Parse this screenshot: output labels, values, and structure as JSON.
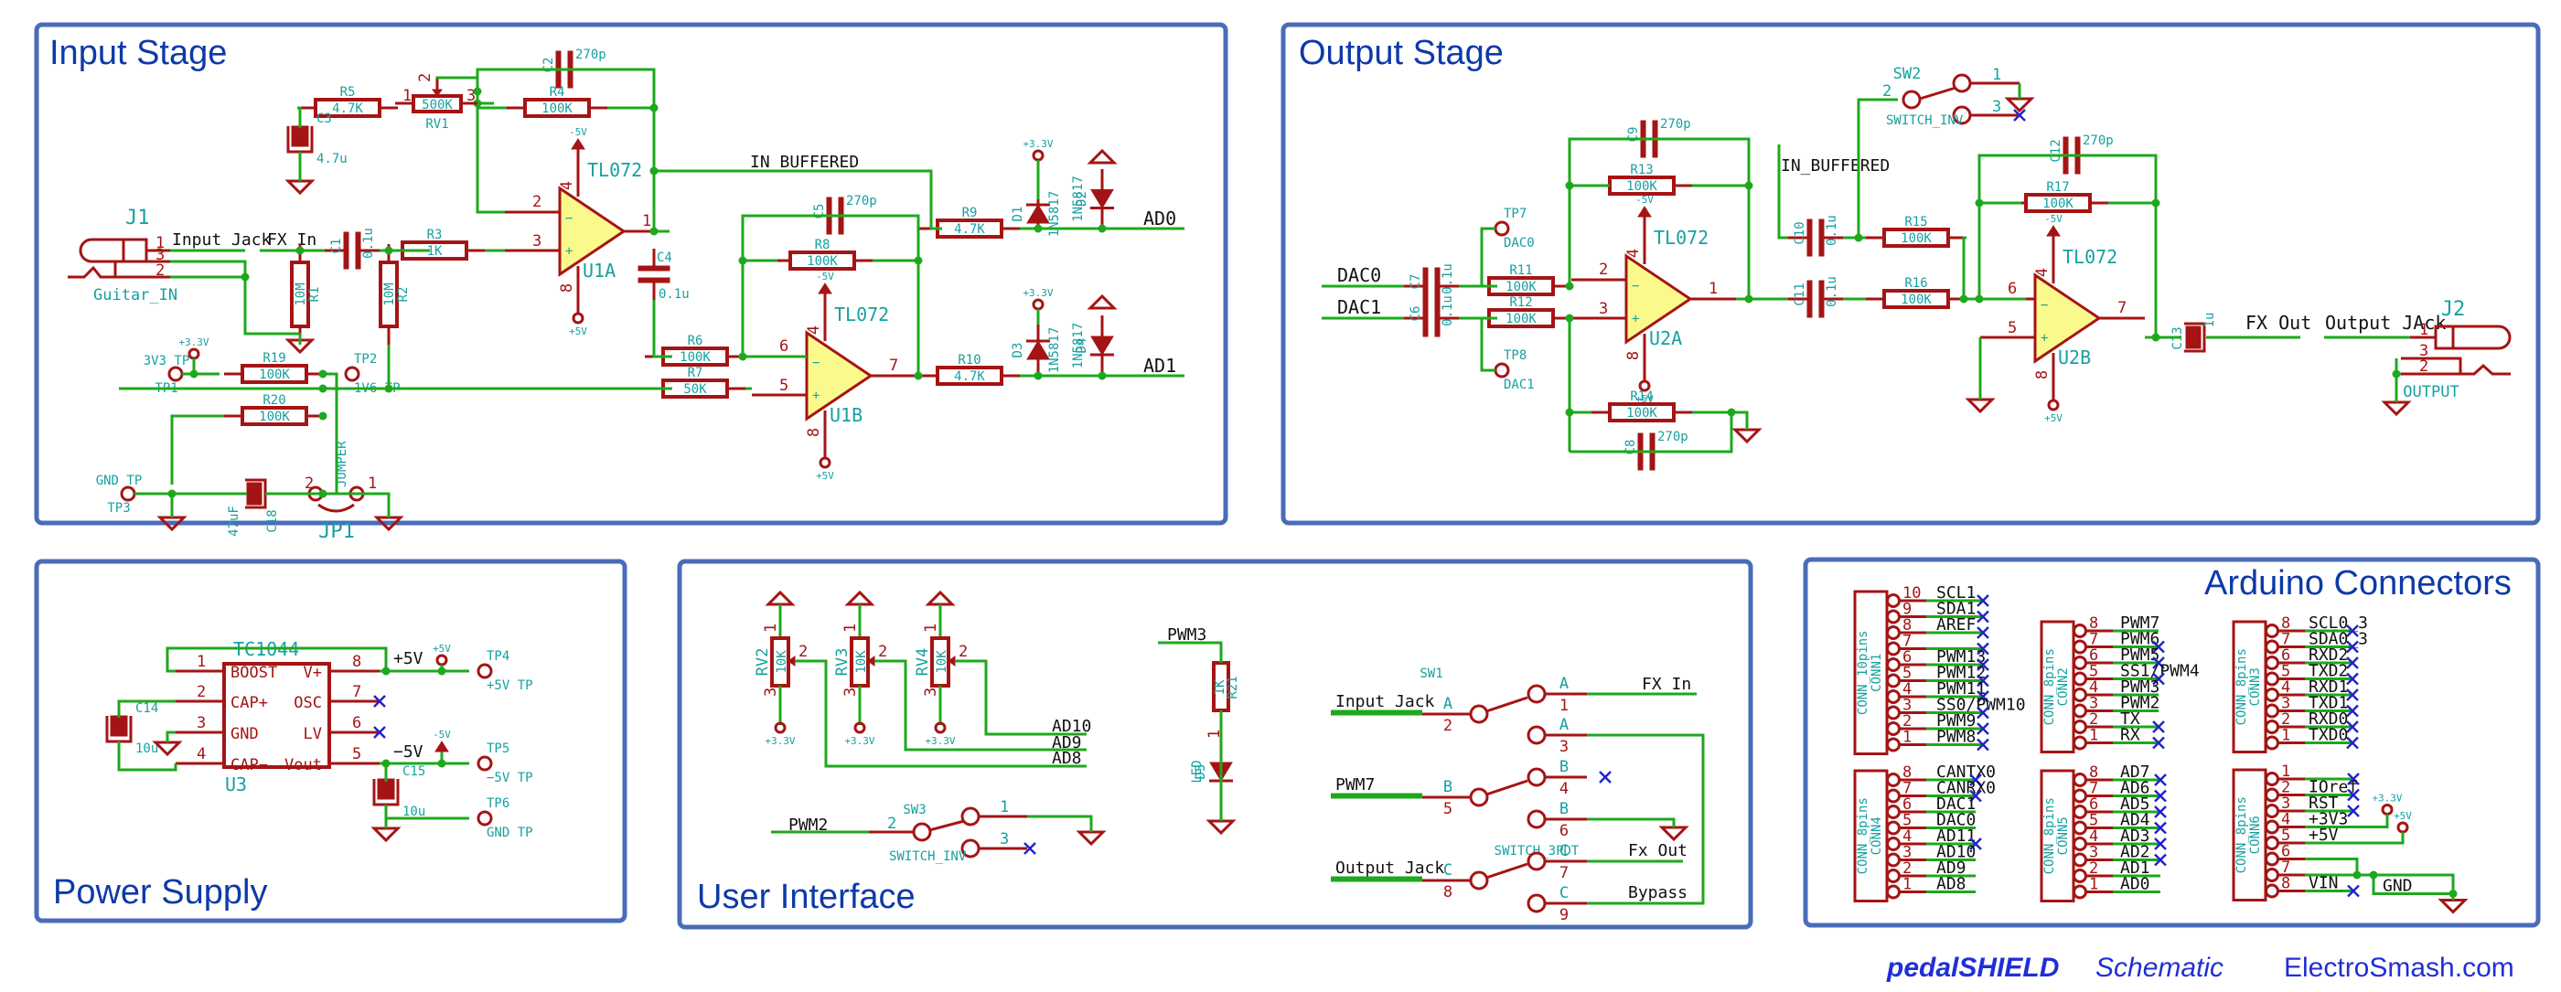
{
  "sections": {
    "input_stage": "Input Stage",
    "output_stage": "Output Stage",
    "power_supply": "Power Supply",
    "user_interface": "User Interface",
    "arduino_connectors": "Arduino Connectors"
  },
  "footer": {
    "product": "pedalSHIELD",
    "doc": "Schematic",
    "site": "ElectroSmash.com"
  },
  "input_stage": {
    "j1": {
      "ref": "J1",
      "name": "Guitar_IN",
      "pins": [
        "1",
        "3",
        "2"
      ]
    },
    "nets": {
      "input_jack": "Input Jack",
      "fx_in": "FX In",
      "in_buffered": "IN_BUFFERED",
      "ad0": "AD0",
      "ad1": "AD1"
    },
    "r5": {
      "ref": "R5",
      "value": "4.7K"
    },
    "rv1": {
      "ref": "RV1",
      "value": "500K",
      "pins": [
        "1",
        "2",
        "3"
      ]
    },
    "c3": {
      "ref": "C3",
      "value": "4.7u"
    },
    "c2": {
      "ref": "C2",
      "value": "270p"
    },
    "r4": {
      "ref": "R4",
      "value": "100K"
    },
    "c1": {
      "ref": "C1",
      "value": "0.1u"
    },
    "r3": {
      "ref": "R3",
      "value": "1K"
    },
    "r1": {
      "ref": "R1",
      "value": "10M"
    },
    "r2": {
      "ref": "R2",
      "value": "10M"
    },
    "u1a": {
      "ref": "U1A",
      "part": "TL072",
      "pins": {
        "inv": "2",
        "noninv": "3",
        "out": "1",
        "vneg": "4",
        "vpos": "8"
      }
    },
    "u1b": {
      "ref": "U1B",
      "part": "TL072",
      "pins": {
        "inv": "6",
        "noninv": "5",
        "out": "7",
        "vneg": "4",
        "vpos": "8"
      }
    },
    "c4": {
      "ref": "C4",
      "value": "0.1u"
    },
    "c5": {
      "ref": "C5",
      "value": "270p"
    },
    "r8": {
      "ref": "R8",
      "value": "100K"
    },
    "r6": {
      "ref": "R6",
      "value": "100K"
    },
    "r7": {
      "ref": "R7",
      "value": "50K"
    },
    "r9": {
      "ref": "R9",
      "value": "4.7K"
    },
    "r10": {
      "ref": "R10",
      "value": "4.7K"
    },
    "d1": {
      "ref": "D1",
      "value": "1N5817"
    },
    "d2": {
      "ref": "D2",
      "value": "1N5817"
    },
    "d3": {
      "ref": "D3",
      "value": "1N5817"
    },
    "d4": {
      "ref": "D4",
      "value": "1N5817"
    },
    "r19": {
      "ref": "R19",
      "value": "100K"
    },
    "r20": {
      "ref": "R20",
      "value": "100K"
    },
    "c18": {
      "ref": "C18",
      "value": "47uF"
    },
    "jp1": {
      "ref": "JP1",
      "value": "JUMPER",
      "pins": [
        "2",
        "1"
      ]
    },
    "tp1": {
      "ref": "TP1",
      "label": "3V3 TP"
    },
    "tp2": {
      "ref": "TP2",
      "label": "1V6 TP"
    },
    "tp3": {
      "ref": "TP3",
      "label": "GND TP"
    },
    "power": {
      "p33": "+3.3V",
      "m5": "-5V",
      "p5": "+5V"
    }
  },
  "output_stage": {
    "nets": {
      "dac0": "DAC0",
      "dac1": "DAC1",
      "in_buffered": "IN_BUFFERED",
      "fx_out": "FX Out",
      "output_jack": "Output JAck"
    },
    "c7": {
      "ref": "C7",
      "value": "0.1u"
    },
    "c6": {
      "ref": "C6",
      "value": "0.1u"
    },
    "r11": {
      "ref": "R11",
      "value": "100K"
    },
    "r12": {
      "ref": "R12",
      "value": "100K"
    },
    "r13": {
      "ref": "R13",
      "value": "100K"
    },
    "r14": {
      "ref": "R14",
      "value": "100K"
    },
    "c9": {
      "ref": "C9",
      "value": "270p"
    },
    "c8": {
      "ref": "C8",
      "value": "270p"
    },
    "tp7": {
      "ref": "TP7",
      "label": "DAC0"
    },
    "tp8": {
      "ref": "TP8",
      "label": "DAC1"
    },
    "u2a": {
      "ref": "U2A",
      "part": "TL072",
      "pins": {
        "inv": "2",
        "noninv": "3",
        "out": "1",
        "vneg": "4",
        "vpos": "8"
      }
    },
    "u2b": {
      "ref": "U2B",
      "part": "TL072",
      "pins": {
        "inv": "6",
        "noninv": "5",
        "out": "7",
        "vneg": "4",
        "vpos": "8"
      }
    },
    "c10": {
      "ref": "C10",
      "value": "0.1u"
    },
    "c11": {
      "ref": "C11",
      "value": "0.1u"
    },
    "r15": {
      "ref": "R15",
      "value": "100K"
    },
    "r16": {
      "ref": "R16",
      "value": "100K"
    },
    "r17": {
      "ref": "R17",
      "value": "100K"
    },
    "c12": {
      "ref": "C12",
      "value": "270p"
    },
    "c13": {
      "ref": "C13",
      "value": "1u"
    },
    "sw2": {
      "ref": "SW2",
      "value": "SWITCH_INV",
      "pins": [
        "2",
        "1",
        "3"
      ]
    },
    "j2": {
      "ref": "J2",
      "name": "OUTPUT",
      "pins": [
        "1",
        "3",
        "2"
      ]
    },
    "power": {
      "m5": "-5V",
      "p5": "+5V"
    }
  },
  "power_supply": {
    "u3": {
      "ref": "U3",
      "part": "TC1044",
      "left_pins": [
        {
          "num": "1",
          "name": "BOOST"
        },
        {
          "num": "2",
          "name": "CAP+"
        },
        {
          "num": "3",
          "name": "GND"
        },
        {
          "num": "4",
          "name": "CAP−"
        }
      ],
      "right_pins": [
        {
          "num": "8",
          "name": "V+"
        },
        {
          "num": "7",
          "name": "OSC"
        },
        {
          "num": "6",
          "name": "LV"
        },
        {
          "num": "5",
          "name": "Vout"
        }
      ]
    },
    "c14": {
      "ref": "C14",
      "value": "10u"
    },
    "c15": {
      "ref": "C15",
      "value": "10u"
    },
    "nets": {
      "p5": "+5V",
      "m5": "−5V"
    },
    "tp4": {
      "ref": "TP4",
      "label": "+5V TP"
    },
    "tp5": {
      "ref": "TP5",
      "label": "−5V TP"
    },
    "tp6": {
      "ref": "TP6",
      "label": "GND TP"
    },
    "power": {
      "p5": "+5V",
      "m5": "-5V"
    }
  },
  "user_interface": {
    "pots": [
      {
        "ref": "RV2",
        "value": "10K",
        "power": "+3.3V"
      },
      {
        "ref": "RV3",
        "value": "10K",
        "power": "+3.3V"
      },
      {
        "ref": "RV4",
        "value": "10K",
        "power": "+3.3V"
      }
    ],
    "pot_pins": [
      "1",
      "2",
      "3"
    ],
    "nets": {
      "ad10": "AD10",
      "ad9": "AD9",
      "ad8": "AD8",
      "pwm2": "PWM2",
      "pwm3": "PWM3",
      "pwm7": "PWM7",
      "input_jack": "Input Jack",
      "output_jack": "Output Jack",
      "fx_in": "FX In",
      "fx_out": "Fx Out",
      "bypass": "Bypass"
    },
    "sw3": {
      "ref": "SW3",
      "value": "SWITCH_INV",
      "pins": [
        "2",
        "1",
        "3"
      ]
    },
    "r21": {
      "ref": "R21",
      "value": "1K"
    },
    "d5": {
      "ref": "D5",
      "value": "LED",
      "pins": [
        "1",
        "2"
      ]
    },
    "sw1": {
      "ref": "SW1",
      "value": "SWITCH_3PDT",
      "commons": [
        {
          "pole": "A",
          "pin": "2"
        },
        {
          "pole": "B",
          "pin": "5"
        },
        {
          "pole": "C",
          "pin": "8"
        }
      ],
      "throws": [
        {
          "pole": "A",
          "pin": "1"
        },
        {
          "pole": "A",
          "pin": "3"
        },
        {
          "pole": "B",
          "pin": "4"
        },
        {
          "pole": "B",
          "pin": "6"
        },
        {
          "pole": "C",
          "pin": "7"
        },
        {
          "pole": "C",
          "pin": "9"
        }
      ]
    }
  },
  "arduino_connectors": {
    "connectors": [
      {
        "ref": "CONN1",
        "type": "CONN_10pins",
        "pins": [
          {
            "num": "10",
            "net": "SCL1",
            "nc": true
          },
          {
            "num": "9",
            "net": "SDA1",
            "nc": true
          },
          {
            "num": "8",
            "net": "AREF",
            "nc": true
          },
          {
            "num": "7",
            "net": "",
            "nc": true
          },
          {
            "num": "6",
            "net": "PWM13",
            "nc": true
          },
          {
            "num": "5",
            "net": "PWM12",
            "nc": true
          },
          {
            "num": "4",
            "net": "PWM11",
            "nc": true
          },
          {
            "num": "3",
            "net": "SS0/PWM10",
            "nc": true
          },
          {
            "num": "2",
            "net": "PWM9",
            "nc": true
          },
          {
            "num": "1",
            "net": "PWM8",
            "nc": true
          }
        ]
      },
      {
        "ref": "CONN2",
        "type": "CONN_8pins",
        "pins": [
          {
            "num": "8",
            "net": "PWM7",
            "nc": false
          },
          {
            "num": "7",
            "net": "PWM6",
            "nc": true
          },
          {
            "num": "6",
            "net": "PWM5",
            "nc": true
          },
          {
            "num": "5",
            "net": "SS1/PWM4",
            "nc": true
          },
          {
            "num": "4",
            "net": "PWM3",
            "nc": false
          },
          {
            "num": "3",
            "net": "PWM2",
            "nc": false
          },
          {
            "num": "2",
            "net": "TX",
            "nc": true
          },
          {
            "num": "1",
            "net": "RX",
            "nc": true
          }
        ]
      },
      {
        "ref": "CONN3",
        "type": "CONN_8pins",
        "pins": [
          {
            "num": "8",
            "net": "SCL0_3",
            "nc": true
          },
          {
            "num": "7",
            "net": "SDA0_3",
            "nc": true
          },
          {
            "num": "6",
            "net": "RXD2",
            "nc": true
          },
          {
            "num": "5",
            "net": "TXD2",
            "nc": true
          },
          {
            "num": "4",
            "net": "RXD1",
            "nc": true
          },
          {
            "num": "3",
            "net": "TXD1",
            "nc": true
          },
          {
            "num": "2",
            "net": "RXD0",
            "nc": true
          },
          {
            "num": "1",
            "net": "TXD0",
            "nc": true
          }
        ]
      },
      {
        "ref": "CONN4",
        "type": "CONN_8pins",
        "pins": [
          {
            "num": "8",
            "net": "CANTX0",
            "nc": true
          },
          {
            "num": "7",
            "net": "CANRX0",
            "nc": true
          },
          {
            "num": "6",
            "net": "DAC1",
            "nc": false
          },
          {
            "num": "5",
            "net": "DAC0",
            "nc": false
          },
          {
            "num": "4",
            "net": "AD11",
            "nc": true
          },
          {
            "num": "3",
            "net": "AD10",
            "nc": false
          },
          {
            "num": "2",
            "net": "AD9",
            "nc": false
          },
          {
            "num": "1",
            "net": "AD8",
            "nc": false
          }
        ]
      },
      {
        "ref": "CONN5",
        "type": "CONN_8pins",
        "pins": [
          {
            "num": "8",
            "net": "AD7",
            "nc": true
          },
          {
            "num": "7",
            "net": "AD6",
            "nc": true
          },
          {
            "num": "6",
            "net": "AD5",
            "nc": true
          },
          {
            "num": "5",
            "net": "AD4",
            "nc": true
          },
          {
            "num": "4",
            "net": "AD3",
            "nc": true
          },
          {
            "num": "3",
            "net": "AD2",
            "nc": true
          },
          {
            "num": "2",
            "net": "AD1",
            "nc": false
          },
          {
            "num": "1",
            "net": "AD0",
            "nc": false
          }
        ]
      },
      {
        "ref": "CONN6",
        "type": "CONN_8pins",
        "pins": [
          {
            "num": "1",
            "net": "",
            "nc": true
          },
          {
            "num": "2",
            "net": "IOref",
            "nc": true
          },
          {
            "num": "3",
            "net": "RST",
            "nc": true
          },
          {
            "num": "4",
            "net": "+3V3",
            "nc": false
          },
          {
            "num": "5",
            "net": "+5V",
            "nc": false
          },
          {
            "num": "6",
            "net": "",
            "nc": false
          },
          {
            "num": "7",
            "net": "",
            "nc": false
          },
          {
            "num": "8",
            "net": "VIN",
            "nc": true
          }
        ]
      }
    ],
    "gnd_label": "GND",
    "power": {
      "p33": "+3.3V",
      "p5": "+5V"
    }
  }
}
